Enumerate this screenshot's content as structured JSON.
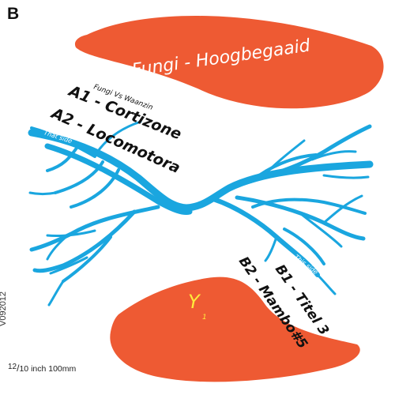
{
  "label": {
    "side": "B",
    "artist_title": "Fungi - Hoogbegaaid",
    "credit": "Fungi Vs Waanzin",
    "tracks_a": [
      "A1 - Cortizone",
      "A2 - Locomotora"
    ],
    "tracks_b": [
      "B1 - Titel 3",
      "B2 - Mambo#5"
    ],
    "that_side": "That side",
    "this_side": "This side",
    "logo_letter": "Y",
    "logo_subscript": "1",
    "catalog": "V092012",
    "size_num": "12",
    "size_text": "10 inch 100mm"
  },
  "colors": {
    "orange": "#ee5a33",
    "river_blue": "#1aa6df",
    "ink": "#111111"
  }
}
